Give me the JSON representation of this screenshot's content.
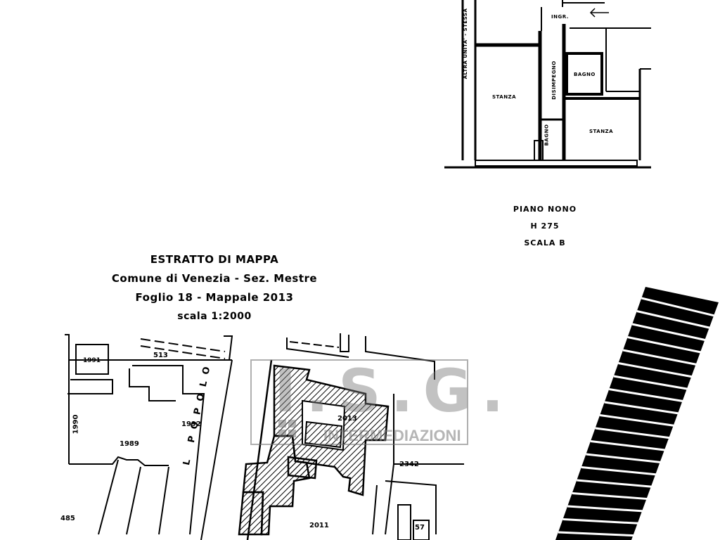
{
  "mappa": {
    "title": "ESTRATTO DI MAPPA",
    "line1": "Comune di Venezia - Sez. Mestre",
    "line2": "Foglio 18 - Mappale 2013",
    "scale": "scala 1:2000"
  },
  "plan": {
    "level": "PIANO NONO",
    "height": "H 275",
    "scale": "SCALA B",
    "side_label": "ALTRA UNITA' - STESSA",
    "rooms": {
      "room_left": "STANZA",
      "room_right": "STANZA",
      "bath_top": "BAGNO",
      "bath_bottom": "BAGNO",
      "corridor": "DISIMPEGNO",
      "entry": "INGR."
    }
  },
  "map": {
    "street": "L POPOLO",
    "parcels": [
      "1991",
      "513",
      "1990",
      "1989",
      "1992",
      "2013",
      "2342",
      "485",
      "2011",
      "57"
    ]
  },
  "watermark": {
    "letters": "I.S.G.",
    "name": "INTERMEDIAZIONI"
  }
}
